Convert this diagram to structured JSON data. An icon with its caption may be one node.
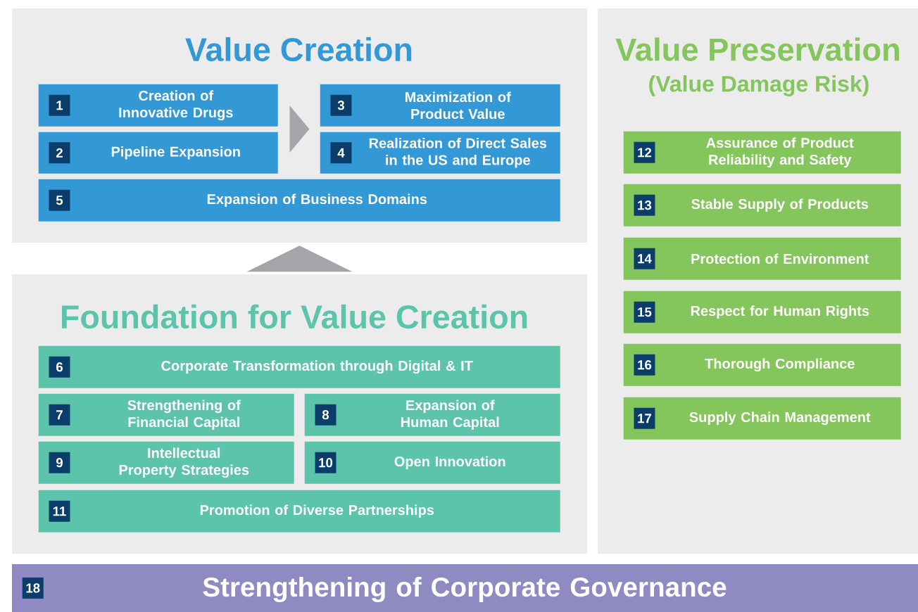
{
  "diagram": {
    "nodes": [
      {
        "text": [
          "Value Creation"
        ]
      },
      {
        "text": [
          "1",
          "Creation of Innovative Drugs"
        ],
        "in": 0
      },
      {
        "text": [
          "2",
          "Pipeline Expansion"
        ],
        "in": 0
      },
      {
        "text": [
          "3",
          "Maximization of Product Value"
        ],
        "in": 0
      },
      {
        "text": [
          "4",
          "Realization of Direct Sales in the US and Europe"
        ],
        "in": 0
      },
      {
        "text": [
          "5",
          "Expansion of Business Domains"
        ],
        "in": 0
      },
      {
        "text": [
          "Foundation for Value Creation"
        ]
      },
      {
        "text": [
          "6",
          "Corporate Transformation through Digital & IT"
        ],
        "in": 6
      },
      {
        "text": [
          "7",
          "Strengthening of Financial Capital"
        ],
        "in": 6
      },
      {
        "text": [
          "8",
          "Expansion of Human Capital"
        ],
        "in": 6
      },
      {
        "text": [
          "9",
          "Intellectual Property Strategies"
        ],
        "in": 6
      },
      {
        "text": [
          "10",
          "Open Innovation"
        ],
        "in": 6
      },
      {
        "text": [
          "11",
          "Promotion of Diverse Partnerships"
        ],
        "in": 6
      },
      {
        "text": [
          "Value Preservation",
          "(Value Damage Risk)"
        ]
      },
      {
        "text": [
          "12",
          "Assurance of Product Reliability and Safety"
        ],
        "in": 13
      },
      {
        "text": [
          "13",
          "Stable Supply of Products"
        ],
        "in": 13
      },
      {
        "text": [
          "14",
          "Protection of Environment"
        ],
        "in": 13
      },
      {
        "text": [
          "15",
          "Respect for Human Rights"
        ],
        "in": 13
      },
      {
        "text": [
          "16",
          "Thorough Compliance"
        ],
        "in": 13
      },
      {
        "text": [
          "17",
          "Supply Chain Management"
        ],
        "in": 13
      },
      {
        "text": [
          "18",
          "Strengthening of Corporate Governance"
        ]
      }
    ],
    "edges": [
      {
        "from": 1,
        "to": 3,
        "arrow": "to"
      },
      {
        "from": 2,
        "to": 4,
        "arrow": "to"
      },
      {
        "from": 6,
        "to": 0,
        "arrow": "to"
      }
    ]
  }
}
